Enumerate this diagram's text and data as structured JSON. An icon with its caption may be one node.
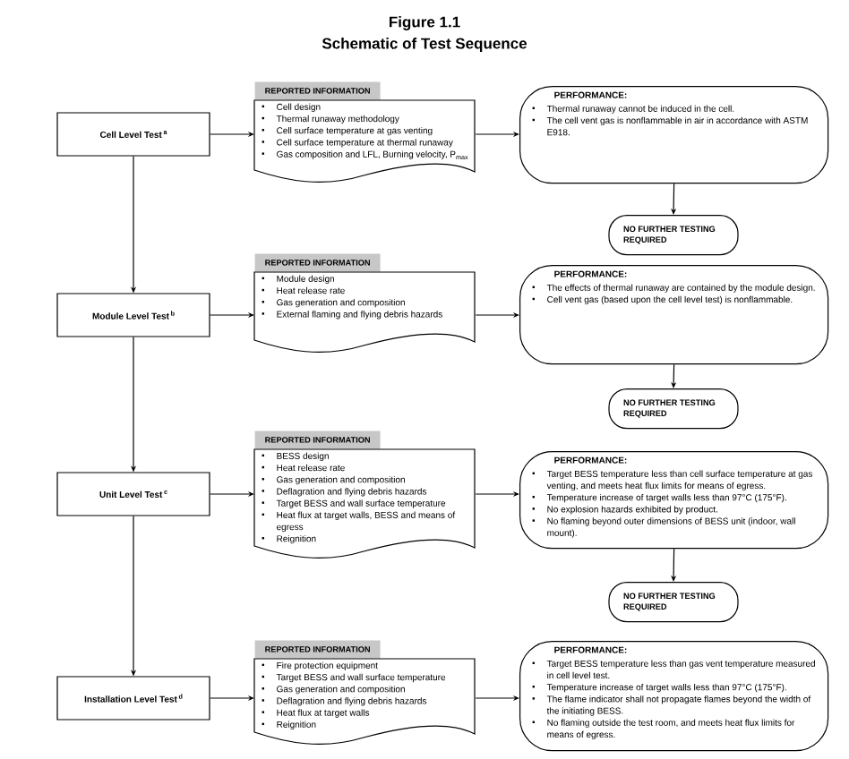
{
  "diagram": {
    "title": "Schematic of Test Sequence",
    "labels": [
      "Figure 1.1"
    ],
    "nodes": [
      {
        "text": [
          "Cell Level Test",
          "a"
        ]
      },
      {
        "text": [
          "REPORTED INFORMATION",
          "Cell design",
          "Thermal runaway methodology",
          "Cell surface temperature at gas venting",
          "Cell surface temperature at thermal runaway",
          "Gas composition and LFL, Burning velocity, P",
          "max"
        ]
      },
      {
        "text": [
          "PERFORMANCE:",
          "Thermal runaway cannot be induced in the cell.",
          "The cell vent gas is nonflammable in air in accordance with ASTM E918."
        ]
      },
      {
        "text": [
          "NO FURTHER TESTING REQUIRED"
        ]
      },
      {
        "text": [
          "Module Level Test",
          "b"
        ]
      },
      {
        "text": [
          "REPORTED INFORMATION",
          "Module design",
          "Heat release rate",
          "Gas generation and composition",
          "External flaming and flying debris hazards"
        ]
      },
      {
        "text": [
          "PERFORMANCE:",
          "The effects of thermal runaway are contained by the module design.",
          "Cell vent gas (based upon the cell level test) is nonflammable."
        ]
      },
      {
        "text": [
          "NO FURTHER TESTING REQUIRED"
        ]
      },
      {
        "text": [
          "Unit Level Test",
          "c"
        ]
      },
      {
        "text": [
          "REPORTED INFORMATION",
          "BESS design",
          "Heat release rate",
          "Gas generation and composition",
          "Deflagration and flying debris hazards",
          "Target BESS and wall surface temperature",
          "Heat flux at target walls, BESS and means of egress",
          "Reignition"
        ]
      },
      {
        "text": [
          "PERFORMANCE:",
          "Target BESS temperature less than cell surface temperature at gas venting, and meets heat flux limits for means of egress.",
          "Temperature increase of target walls less than 97°C (175°F).",
          "No explosion hazards exhibited by product.",
          "No flaming beyond outer dimensions of BESS unit (indoor, wall mount)."
        ]
      },
      {
        "text": [
          "NO FURTHER TESTING REQUIRED"
        ]
      },
      {
        "text": [
          "Installation Level Test",
          "d"
        ]
      },
      {
        "text": [
          "REPORTED INFORMATION",
          "Fire protection equipment",
          "Target BESS and wall surface temperature",
          "Gas generation and composition",
          "Deflagration and flying debris hazards",
          "Heat flux at target walls",
          "Reignition"
        ]
      },
      {
        "text": [
          "PERFORMANCE:",
          "Target BESS temperature less than gas vent temperature measured in cell level test.",
          "Temperature increase of target walls less than 97°C (175°F).",
          "The flame indicator shall not propagate flames beyond the width of the initiating BESS.",
          "No flaming outside the test room, and meets heat flux limits for means of egress."
        ]
      }
    ],
    "edges": [
      {
        "from": 0,
        "to": 1,
        "arrow": "to"
      },
      {
        "from": 1,
        "to": 2,
        "arrow": "to"
      },
      {
        "from": 2,
        "to": 3,
        "arrow": "to"
      },
      {
        "from": 0,
        "to": 4,
        "arrow": "to"
      },
      {
        "from": 4,
        "to": 5,
        "arrow": "to"
      },
      {
        "from": 5,
        "to": 6,
        "arrow": "to"
      },
      {
        "from": 6,
        "to": 7,
        "arrow": "to"
      },
      {
        "from": 4,
        "to": 8,
        "arrow": "to"
      },
      {
        "from": 8,
        "to": 9,
        "arrow": "to"
      },
      {
        "from": 9,
        "to": 10,
        "arrow": "to"
      },
      {
        "from": 10,
        "to": 11,
        "arrow": "to"
      },
      {
        "from": 8,
        "to": 12,
        "arrow": "to"
      },
      {
        "from": 12,
        "to": 13,
        "arrow": "to"
      },
      {
        "from": 13,
        "to": 14,
        "arrow": "to"
      }
    ]
  }
}
